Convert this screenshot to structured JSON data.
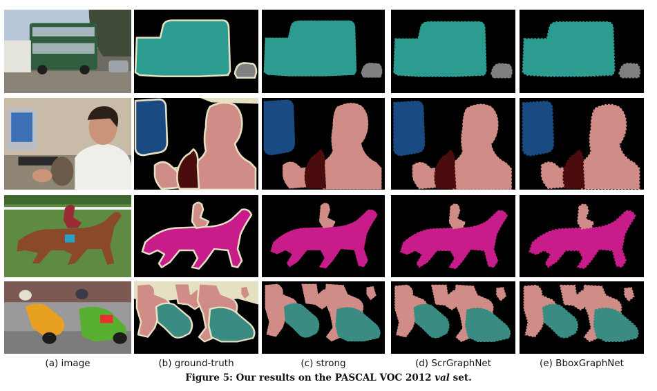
{
  "figure": {
    "columns": [
      {
        "key": "image",
        "label": "(a) image"
      },
      {
        "key": "gt",
        "label": "(b) ground-truth"
      },
      {
        "key": "strong",
        "label": "(c) strong"
      },
      {
        "key": "scr",
        "label": "(d) ScrGraphNet"
      },
      {
        "key": "bbox",
        "label": "(e) BboxGraphNet"
      }
    ],
    "caption_prefix": "Figure 5: Our results on the PASCAL VOC 2012 ",
    "caption_em": "val",
    "caption_suffix": " set.",
    "rows": [
      "bus",
      "person-cat-monitor",
      "horse-rider",
      "motorbike-riders"
    ],
    "colors": {
      "background": "#000000",
      "boundary": "#e6e0c2",
      "bus": "#2d9c90",
      "car": "#808080",
      "person": "#d08c86",
      "monitor": "#1a4a82",
      "cat": "#4a0c0c",
      "horse": "#c81c8a",
      "motorbike": "#3a8c82"
    }
  }
}
